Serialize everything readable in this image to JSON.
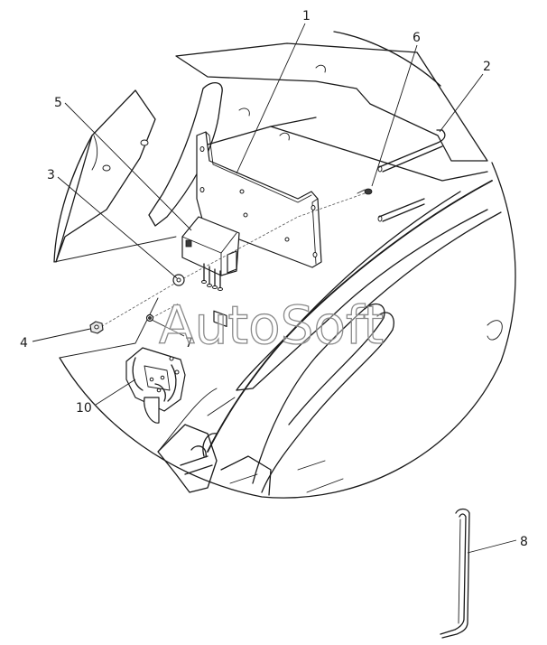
{
  "watermark": "AutoSoft",
  "callouts": {
    "c1": "1",
    "c2": "2",
    "c3": "3",
    "c4": "4",
    "c5": "5",
    "c6": "6",
    "c7": "7",
    "c8": "8",
    "c10": "10"
  },
  "colors": {
    "line": "#1a1a1a",
    "background": "#ffffff",
    "watermark_outline": "#8a8a8a"
  }
}
